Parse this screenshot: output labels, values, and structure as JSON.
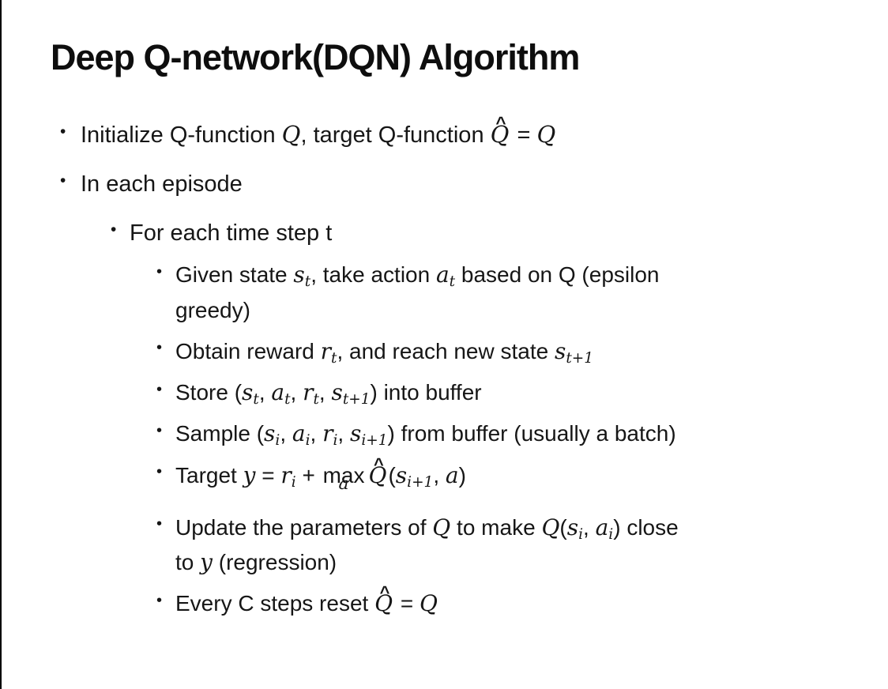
{
  "slide": {
    "title": "Deep Q-network(DQN) Algorithm",
    "background": "#ffffff",
    "text_color": "#161616",
    "border_color": "#000000"
  },
  "glyphs": {
    "bullet": "•",
    "hat": "^",
    "equals": " = ",
    "comma_sep": ", "
  },
  "bullets": [
    {
      "level": 1,
      "segments": [
        {
          "t": "text",
          "v": "Initialize Q-function "
        },
        {
          "t": "math",
          "v": "Q"
        },
        {
          "t": "text",
          "v": ", target Q-function "
        },
        {
          "t": "mathhat",
          "base": "Q",
          "hat": "^"
        },
        {
          "t": "text",
          "v": " = "
        },
        {
          "t": "math",
          "v": "Q"
        }
      ]
    },
    {
      "level": 1,
      "segments": [
        {
          "t": "text",
          "v": "In each episode"
        }
      ]
    },
    {
      "level": 2,
      "segments": [
        {
          "t": "text",
          "v": "For each time step t"
        }
      ]
    },
    {
      "level": 3,
      "segments": [
        {
          "t": "text",
          "v": "Given state "
        },
        {
          "t": "mathsub",
          "base": "s",
          "sub": "t"
        },
        {
          "t": "text",
          "v": ", take action "
        },
        {
          "t": "mathsub",
          "base": "a",
          "sub": "t"
        },
        {
          "t": "text",
          "v": " based on Q (epsilon"
        },
        {
          "t": "text",
          "v": "greedy)"
        }
      ]
    },
    {
      "level": 3,
      "segments": [
        {
          "t": "text",
          "v": "Obtain reward "
        },
        {
          "t": "mathsub",
          "base": "r",
          "sub": "t"
        },
        {
          "t": "text",
          "v": ", and reach new state "
        },
        {
          "t": "mathsub",
          "base": "s",
          "sub": "t+1"
        }
      ]
    },
    {
      "level": 3,
      "segments": [
        {
          "t": "text",
          "v": "Store ("
        },
        {
          "t": "mathsub",
          "base": "s",
          "sub": "t"
        },
        {
          "t": "text",
          "v": ", "
        },
        {
          "t": "mathsub",
          "base": "a",
          "sub": "t"
        },
        {
          "t": "text",
          "v": ", "
        },
        {
          "t": "mathsub",
          "base": "r",
          "sub": "t"
        },
        {
          "t": "text",
          "v": ", "
        },
        {
          "t": "mathsub",
          "base": "s",
          "sub": "t+1"
        },
        {
          "t": "text",
          "v": ") into buffer"
        }
      ]
    },
    {
      "level": 3,
      "segments": [
        {
          "t": "text",
          "v": "Sample ("
        },
        {
          "t": "mathsub",
          "base": "s",
          "sub": "i"
        },
        {
          "t": "text",
          "v": ", "
        },
        {
          "t": "mathsub",
          "base": "a",
          "sub": "i"
        },
        {
          "t": "text",
          "v": ", "
        },
        {
          "t": "mathsub",
          "base": "r",
          "sub": "i"
        },
        {
          "t": "text",
          "v": ", "
        },
        {
          "t": "mathsub",
          "base": "s",
          "sub": "i+1"
        },
        {
          "t": "text",
          "v": ") from buffer (usually a batch)"
        }
      ]
    },
    {
      "level": 3,
      "segments": [
        {
          "t": "text",
          "v": "Target "
        },
        {
          "t": "math",
          "v": "y"
        },
        {
          "t": "text",
          "v": " = "
        },
        {
          "t": "mathsub",
          "base": "r",
          "sub": "i"
        },
        {
          "t": "text",
          "v": " + "
        },
        {
          "t": "maxop",
          "label": "max",
          "under": "a"
        },
        {
          "t": "mathhat",
          "base": "Q",
          "hat": "^"
        },
        {
          "t": "text",
          "v": "("
        },
        {
          "t": "mathsub",
          "base": "s",
          "sub": "i+1"
        },
        {
          "t": "text",
          "v": ", "
        },
        {
          "t": "math",
          "v": "a"
        },
        {
          "t": "text",
          "v": ")"
        }
      ]
    },
    {
      "level": 3,
      "segments": [
        {
          "t": "text",
          "v": "Update the parameters of "
        },
        {
          "t": "math",
          "v": "Q"
        },
        {
          "t": "text",
          "v": " to make "
        },
        {
          "t": "math",
          "v": "Q"
        },
        {
          "t": "text",
          "v": "("
        },
        {
          "t": "mathsub",
          "base": "s",
          "sub": "i"
        },
        {
          "t": "text",
          "v": ", "
        },
        {
          "t": "mathsub",
          "base": "a",
          "sub": "i"
        },
        {
          "t": "text",
          "v": ") close"
        },
        {
          "t": "text",
          "v": "to "
        },
        {
          "t": "math",
          "v": "y"
        },
        {
          "t": "text",
          "v": " (regression)"
        }
      ]
    },
    {
      "level": 3,
      "segments": [
        {
          "t": "text",
          "v": "Every C steps reset "
        },
        {
          "t": "mathhat",
          "base": "Q",
          "hat": "^"
        },
        {
          "t": "text",
          "v": " = "
        },
        {
          "t": "math",
          "v": "Q"
        }
      ]
    }
  ]
}
